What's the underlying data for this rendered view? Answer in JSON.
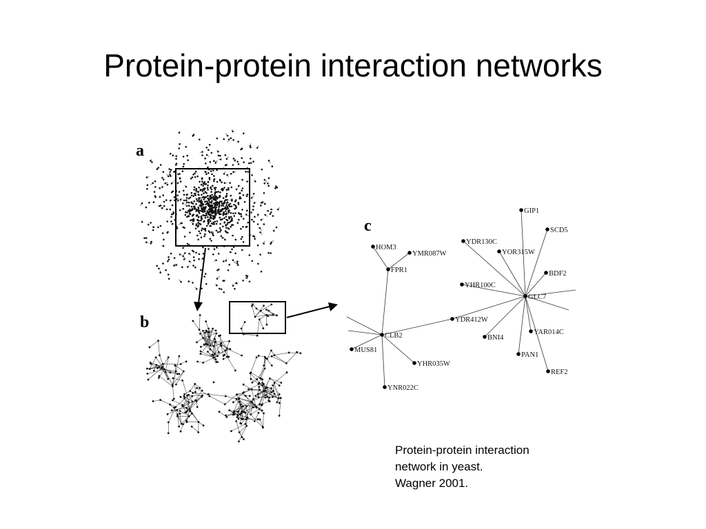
{
  "slide": {
    "title": "Protein-protein interaction networks"
  },
  "figure": {
    "panel_labels": {
      "a": "a",
      "b": "b",
      "c": "c"
    },
    "network_c": {
      "hubs": [
        "CLB2",
        "GLC7"
      ],
      "genes": [
        "GIP1",
        "SCD5",
        "HOM3",
        "YMR087W",
        "YDR130C",
        "YOR315W",
        "FPR1",
        "BDF2",
        "YHR100C",
        "GLC7",
        "YDR412W",
        "CLB2",
        "YAR014C",
        "BNI4",
        "MUS81",
        "YHR035W",
        "PAN1",
        "REF2",
        "YNR022C"
      ]
    }
  },
  "caption": {
    "line1": "Protein-protein interaction",
    "line2": "network in yeast.",
    "line3": "Wagner 2001."
  }
}
